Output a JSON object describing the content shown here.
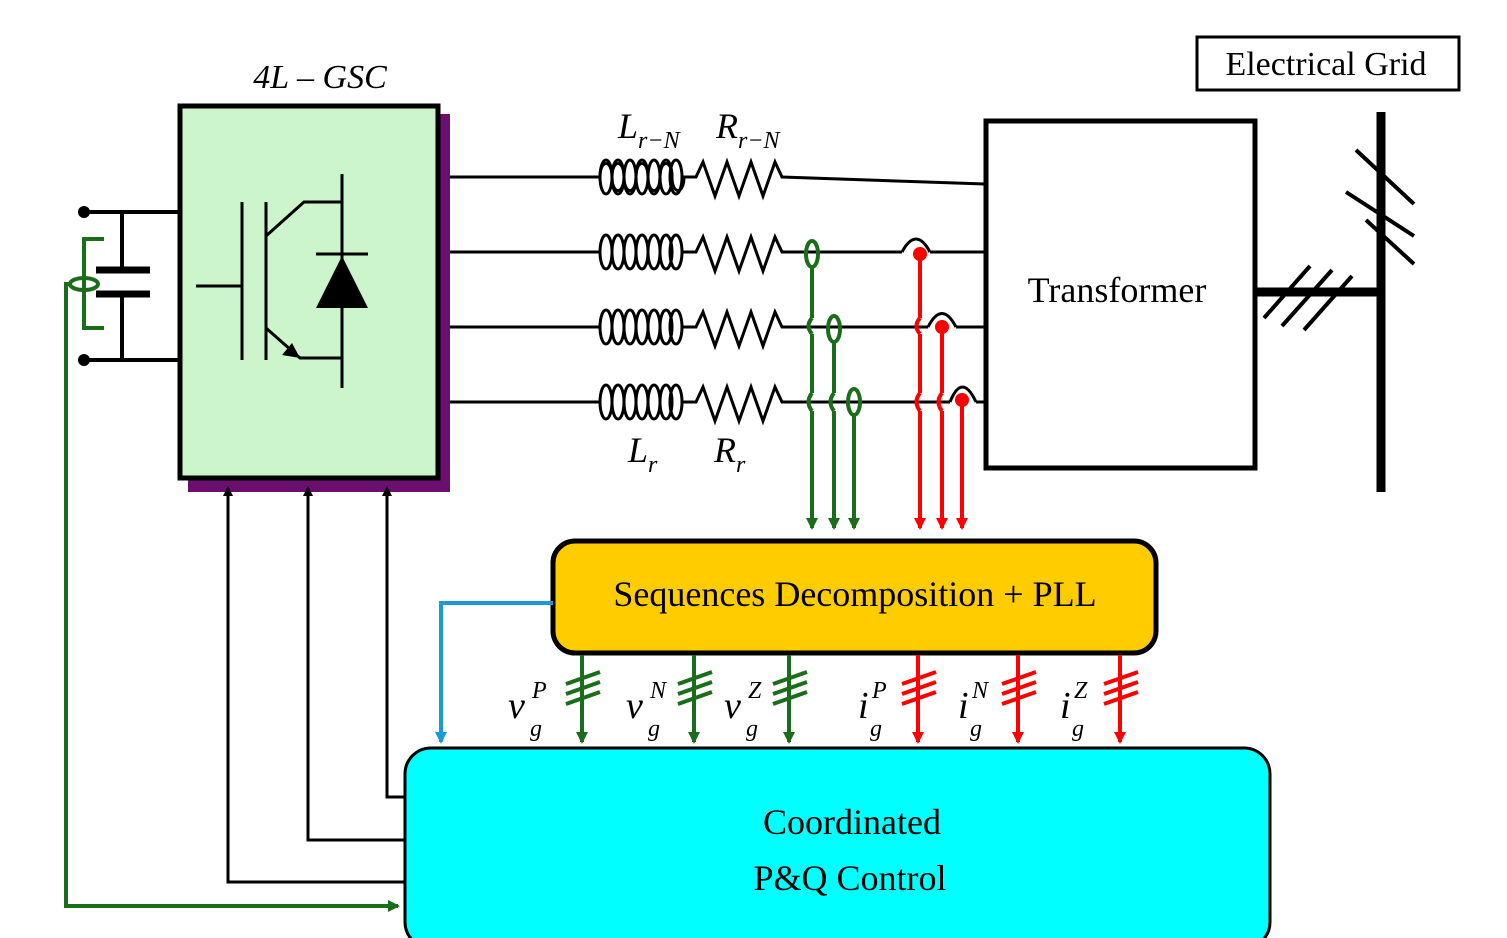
{
  "converter": {
    "label": "4L – GSC"
  },
  "grid": {
    "label": "Electrical Grid"
  },
  "transformer": {
    "label": "Transformer"
  },
  "filter": {
    "neutral_inductor": {
      "main": "L",
      "sub": "r−N"
    },
    "neutral_resistor": {
      "main": "R",
      "sub": "r−N"
    },
    "phase_inductor": {
      "main": "L",
      "sub": "r"
    },
    "phase_resistor": {
      "main": "R",
      "sub": "r"
    }
  },
  "sequence_block": {
    "label": "Sequences Decomposition + PLL"
  },
  "control_block": {
    "line1": "Coordinated",
    "line2": "P&Q Control"
  },
  "signals": [
    {
      "main": "v",
      "sub": "g",
      "sup": "P"
    },
    {
      "main": "v",
      "sub": "g",
      "sup": "N"
    },
    {
      "main": "v",
      "sub": "g",
      "sup": "Z"
    },
    {
      "main": "i",
      "sub": "g",
      "sup": "P"
    },
    {
      "main": "i",
      "sub": "g",
      "sup": "N"
    },
    {
      "main": "i",
      "sub": "g",
      "sup": "Z"
    }
  ],
  "colors": {
    "voltage": "#1a6e1a",
    "current": "#ff0000",
    "pll": "#1c9ad6",
    "converter_fill": "#ccf5cc",
    "converter_shadow": "#6a0f70",
    "sequence_fill": "#ffcc00",
    "control_fill": "#00ffff"
  }
}
